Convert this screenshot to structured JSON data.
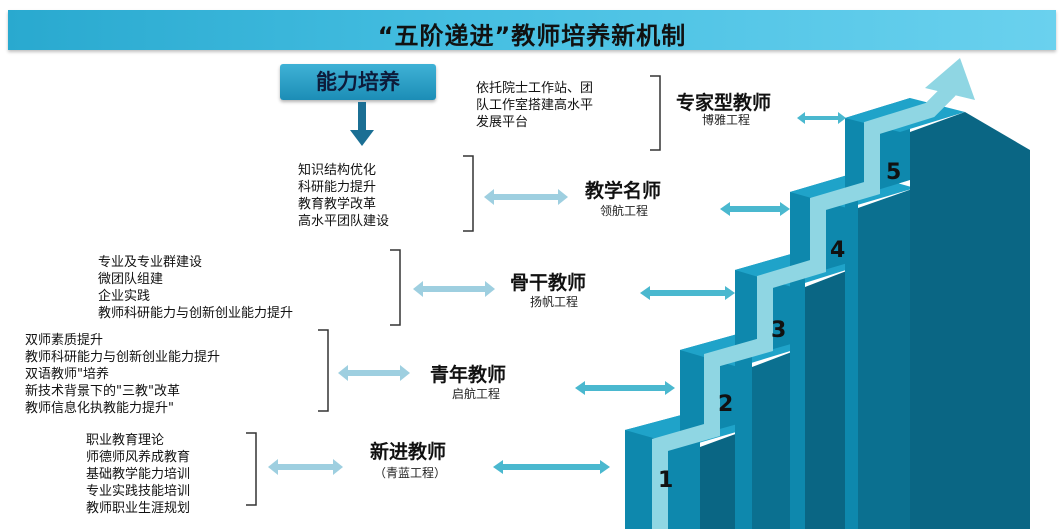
{
  "title": "“五阶递进”教师培养新机制",
  "ability_box": "能力培养",
  "levels": [
    {
      "step": "5",
      "title": "专家型教师",
      "subtitle": "博雅工程",
      "items": [
        "依托院士工作站、团",
        "队工作室搭建高水平",
        "发展平台"
      ]
    },
    {
      "step": "4",
      "title": "教学名师",
      "subtitle": "领航工程",
      "items": [
        "知识结构优化",
        "科研能力提升",
        "教育教学改革",
        "高水平团队建设"
      ]
    },
    {
      "step": "3",
      "title": "骨干教师",
      "subtitle": "扬帆工程",
      "items": [
        "专业及专业群建设",
        "微团队组建",
        "企业实践",
        "教师科研能力与创新创业能力提升"
      ]
    },
    {
      "step": "2",
      "title": "青年教师",
      "subtitle": "启航工程",
      "items": [
        "双师素质提升",
        "教师科研能力与创新创业能力提升",
        "双语教师\"培养",
        "新技术背景下的\"三教\"改革",
        "教师信息化执教能力提升\""
      ]
    },
    {
      "step": "1",
      "title": "新进教师",
      "subtitle": "（青蓝工程）",
      "items": [
        "职业教育理论",
        "师德师风养成教育",
        "基础教学能力培训",
        "专业实践技能培训",
        "教师职业生涯规划"
      ]
    }
  ],
  "colors": {
    "title_bar": "#3bb5dc",
    "stair_top": "#1fa3c9",
    "stair_front": "#0e88ad",
    "stair_side": "#0a6684",
    "path": "#8fd6e3",
    "connector_arrow": "#9ecfe0"
  }
}
